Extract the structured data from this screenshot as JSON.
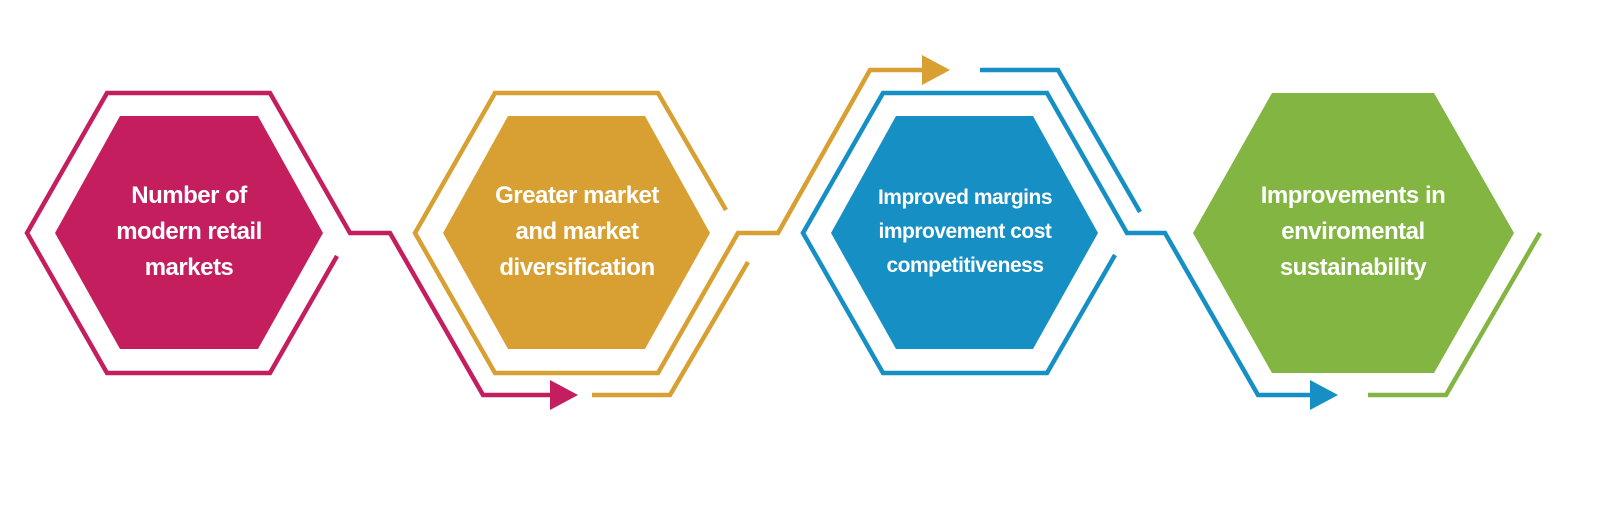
{
  "steps": [
    {
      "lines": [
        "Number of",
        "modern retail",
        "markets"
      ],
      "color": "#c41e5f"
    },
    {
      "lines": [
        "Greater market",
        "and market",
        "diversification"
      ],
      "color": "#d8a032"
    },
    {
      "lines": [
        "Improved margins",
        "improvement cost",
        "competitiveness"
      ],
      "color": "#168fc5"
    },
    {
      "lines": [
        "Improvements in",
        "enviromental",
        "sustainability"
      ],
      "color": "#82b541"
    }
  ]
}
